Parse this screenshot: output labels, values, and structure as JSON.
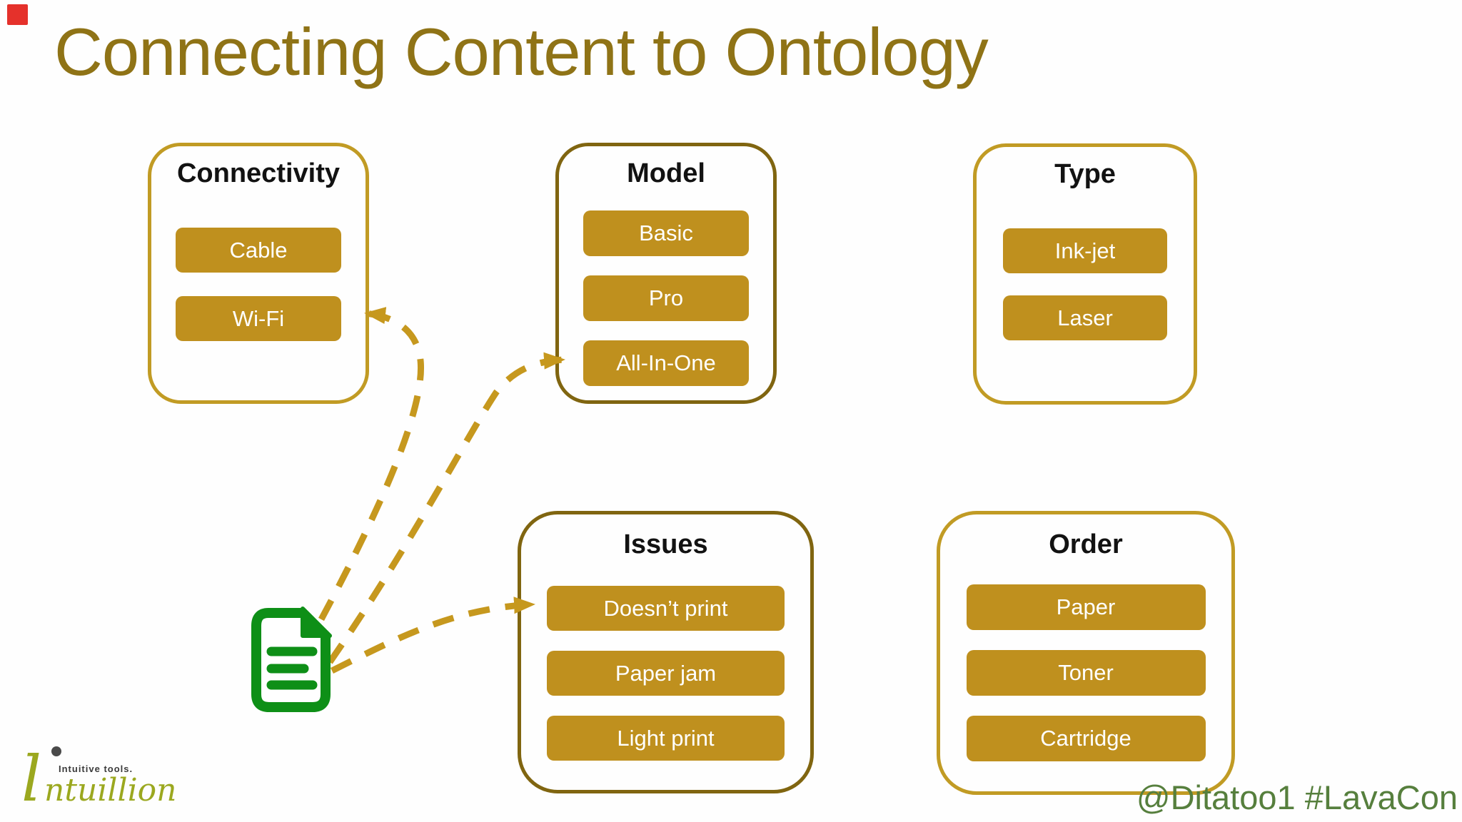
{
  "slide": {
    "title": "Connecting Content to Ontology"
  },
  "boxes": [
    {
      "id": "connectivity",
      "label": "Connectivity",
      "border_style": "bright",
      "items": [
        "Cable",
        "Wi-Fi"
      ]
    },
    {
      "id": "model",
      "label": "Model",
      "border_style": "dark",
      "items": [
        "Basic",
        "Pro",
        "All-In-One"
      ]
    },
    {
      "id": "type",
      "label": "Type",
      "border_style": "bright",
      "items": [
        "Ink-jet",
        "Laser"
      ]
    },
    {
      "id": "issues",
      "label": "Issues",
      "border_style": "dark",
      "items": [
        "Doesn’t print",
        "Paper jam",
        "Light print"
      ]
    },
    {
      "id": "order",
      "label": "Order",
      "border_style": "bright",
      "items": [
        "Paper",
        "Toner",
        "Cartridge"
      ]
    }
  ],
  "connections": [
    {
      "from": "document-icon",
      "to": "Wi-Fi",
      "style": "dashed-arrow"
    },
    {
      "from": "document-icon",
      "to": "All-In-One",
      "style": "dashed-arrow"
    },
    {
      "from": "document-icon",
      "to": "Doesn’t print",
      "style": "dashed-arrow"
    }
  ],
  "icons": {
    "document": "document-icon"
  },
  "logo": {
    "initial": "l",
    "word": "ntuillion",
    "tagline": "Intuitive tools."
  },
  "footer": {
    "social": "@Ditatoo1 #LavaCon"
  },
  "colors": {
    "title_text": "#8f7316",
    "bright_border": "#c19b24",
    "dark_border": "#806510",
    "item_fill": "#bf901e",
    "item_text": "#ffffff",
    "arrow": "#c6981e",
    "document_green": "#0e8f17",
    "logo_green": "#9ba81f",
    "tagline_gray": "#3b3b3b",
    "social_green": "#567f3d",
    "marker_red": "#e5312b"
  }
}
